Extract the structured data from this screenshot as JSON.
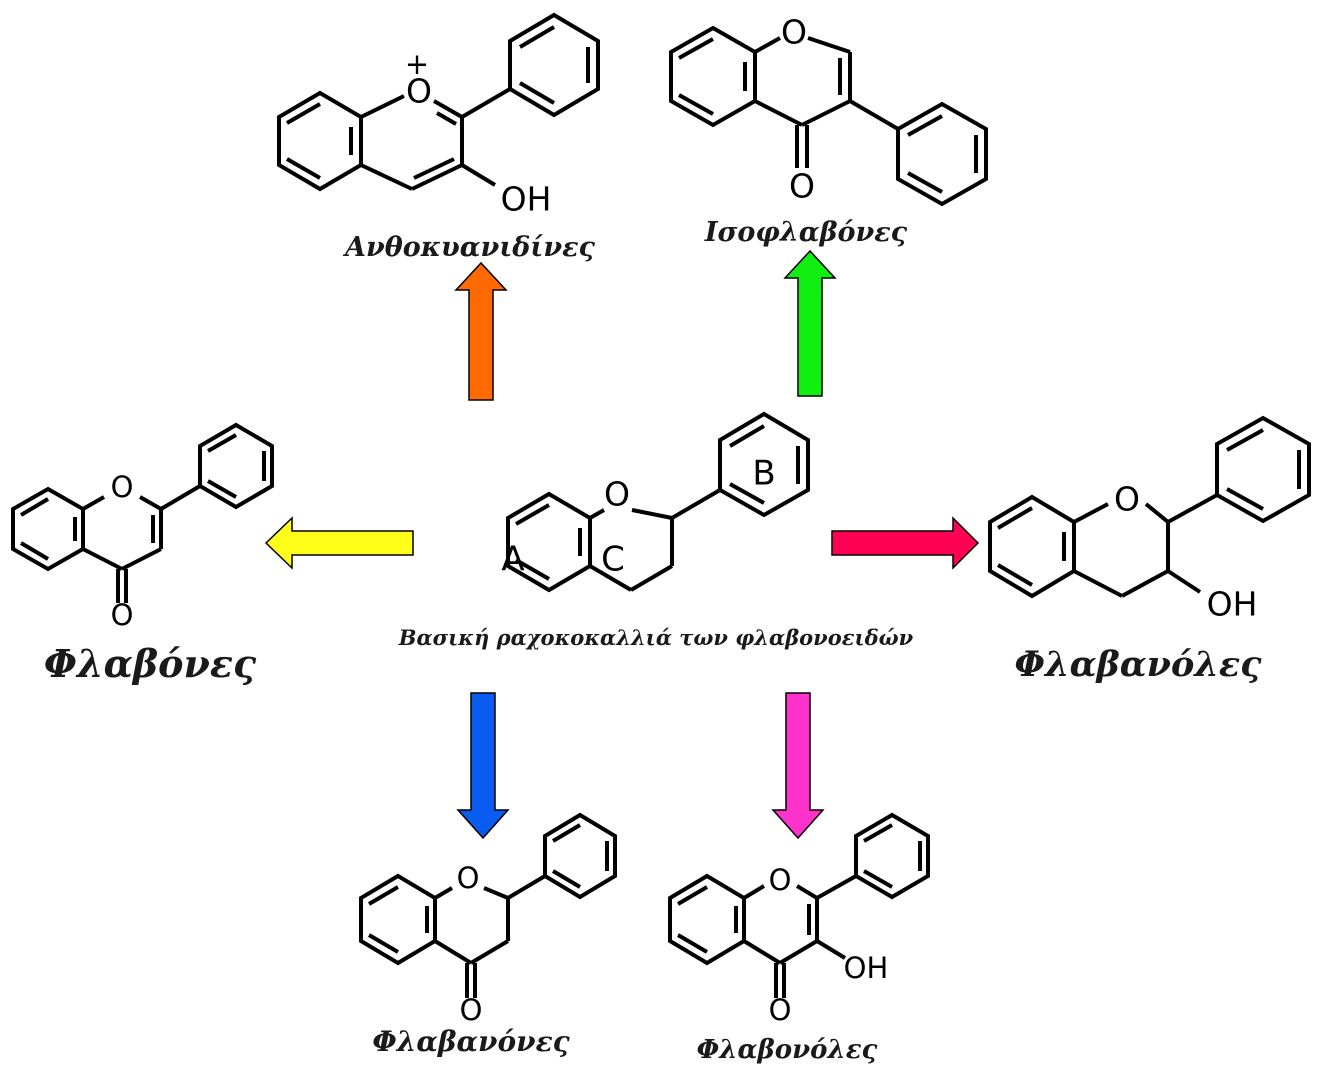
{
  "center": {
    "caption": "Βασική ραχοκοκαλλιά των φλαβονοειδών",
    "ring_labels": [
      "A",
      "C",
      "B"
    ],
    "oxygen": "O"
  },
  "classes": {
    "anthocyanidins": {
      "label": "Ανθοκυανιδίνες",
      "oxygen": "O",
      "charge": "+",
      "hydroxyl": "OH",
      "arrow_color": "#ff6a00"
    },
    "isoflavones": {
      "label": "Ισοφλαβόνες",
      "oxygen": "O",
      "carbonyl": "O",
      "arrow_color": "#11ee11"
    },
    "flavones": {
      "label": "Φλαβόνες",
      "oxygen": "O",
      "carbonyl": "O",
      "arrow_color": "#ffff1a"
    },
    "flavanols": {
      "label": "Φλαβανόλες",
      "oxygen": "O",
      "hydroxyl": "OH",
      "arrow_color": "#ff0055"
    },
    "flavanones": {
      "label": "Φλαβανόνες",
      "oxygen": "O",
      "carbonyl": "O",
      "arrow_color": "#0a5cf0"
    },
    "flavonols": {
      "label": "Φλαβονόλες",
      "oxygen": "O",
      "carbonyl": "O",
      "hydroxyl": "OH",
      "arrow_color": "#ff33cc"
    }
  }
}
